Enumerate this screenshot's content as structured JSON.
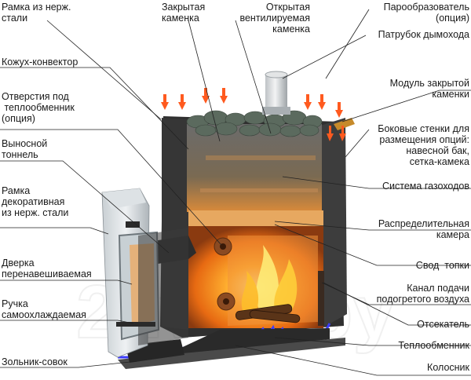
{
  "labels": {
    "frame_steel": "Рамка из нерж.\nстали",
    "closed_heater": "Закрытая\nкаменка",
    "open_heater": "Открытая\nвентилируемая\nкаменка",
    "steam_gen": "Парообразователь\n(опция)",
    "chimney_pipe": "Патрубок дымохода",
    "casing": "Кожух-конвектор",
    "heat_exch_holes": "Отверстия под\n теплообменник\n(опция)",
    "tunnel": "Выносной\nтоннель",
    "module": "Модуль закрытой\nкаменки",
    "side_walls": "Боковые стенки для\nразмещения опций:\nнавесной бак,\nсетка-камека",
    "gas_system": "Система газоходов",
    "deco_frame": "Рамка\nдекоративная\nиз нерж. стали",
    "distrib": "Распределительная\nкамера",
    "door": "Дверка\nперенавешиваемая",
    "arch": "Свод  топки",
    "air_channel": "Канал подачи\nподогретого воздуха",
    "handle": "Ручка\nсамоохлаждаемая",
    "cutoff": "Отсекатель",
    "heat_exchanger": "Теплообменник",
    "ash_pan": "Зольник-совок",
    "grate": "Колосник"
  },
  "watermark": "21vek.by",
  "colors": {
    "body": "#3a3a3a",
    "glass": "#b9c1c6",
    "fire": "#ff8a1a",
    "arrow": "#ff5a1f",
    "tube": "#3c3cff"
  }
}
